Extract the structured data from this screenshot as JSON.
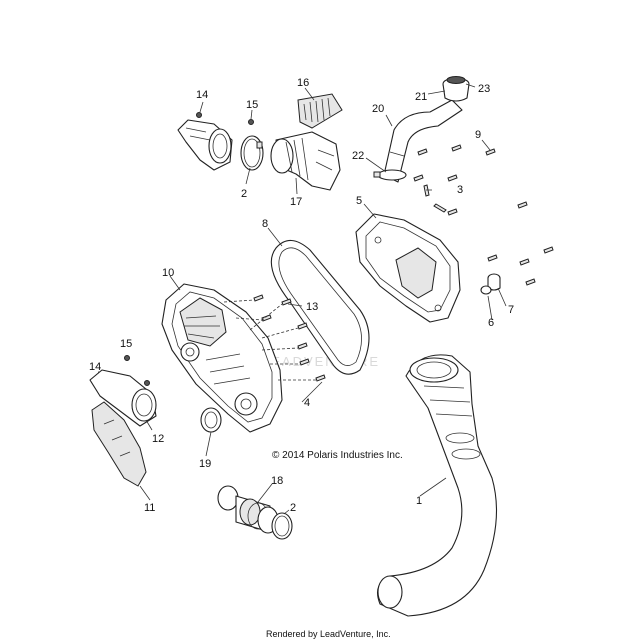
{
  "callouts": {
    "c1": "1",
    "c2a": "2",
    "c2b": "2",
    "c3": "3",
    "c4": "4",
    "c5": "5",
    "c6": "6",
    "c7": "7",
    "c8": "8",
    "c9": "9",
    "c10": "10",
    "c11": "11",
    "c12": "12",
    "c13": "13",
    "c14a": "14",
    "c14b": "14",
    "c15a": "15",
    "c15b": "15",
    "c16": "16",
    "c17": "17",
    "c18": "18",
    "c19": "19",
    "c20": "20",
    "c21": "21",
    "c22": "22",
    "c23": "23"
  },
  "copyright": "© 2014 Polaris Industries Inc.",
  "rendered_by": "Rendered by LeadVenture, Inc.",
  "watermark": "LEADVENTURE",
  "colors": {
    "line": "#222222",
    "shade": "#e6e6e6",
    "watermark": "#d9d9d9"
  }
}
